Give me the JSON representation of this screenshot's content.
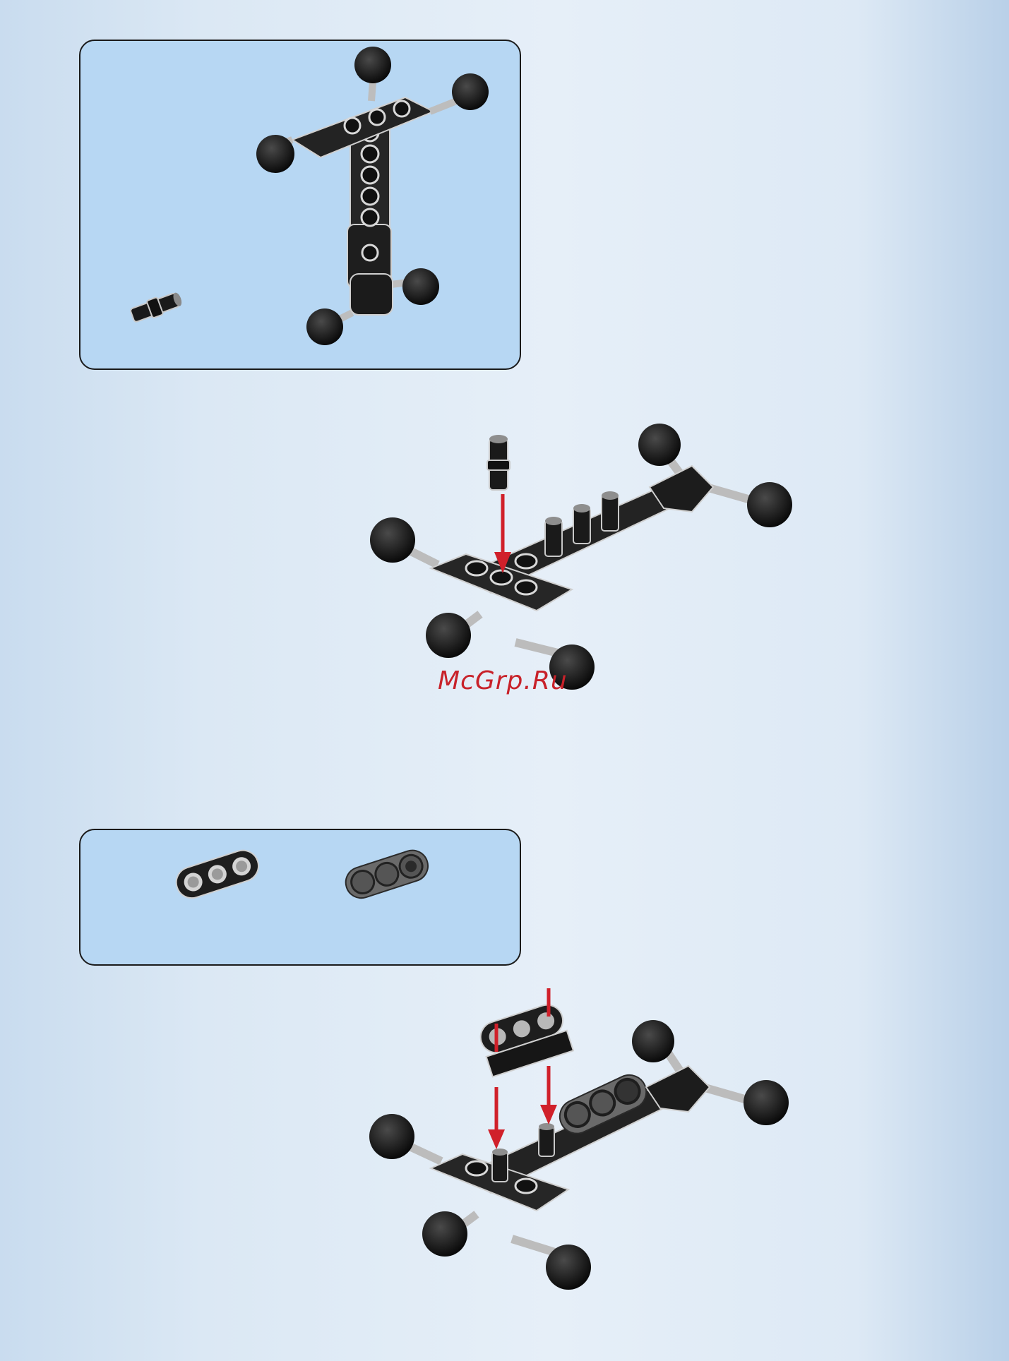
{
  "watermark": {
    "text": "McGrp.Ru"
  },
  "colors": {
    "background": "#dde9f5",
    "parts_box": "#b7d7f3",
    "beam": "#2a2a2a",
    "arrow": "#d0202a",
    "watermark": "#c8222a"
  },
  "icons": [
    "ball-joint",
    "connector-pin",
    "liftarm-3-black",
    "liftarm-3-grey",
    "red-arrow"
  ]
}
